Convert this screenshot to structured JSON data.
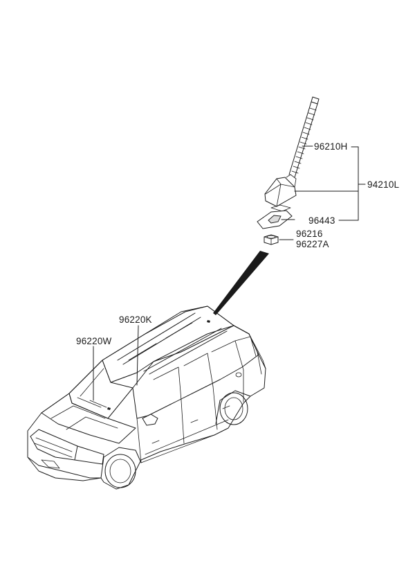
{
  "diagram": {
    "labels": {
      "rod": "96210H",
      "assembly": "94210L",
      "pad": "96443",
      "nut": "96216",
      "nut_alt": "96227A",
      "roof_cable": "96220K",
      "window_cable": "96220W"
    }
  }
}
